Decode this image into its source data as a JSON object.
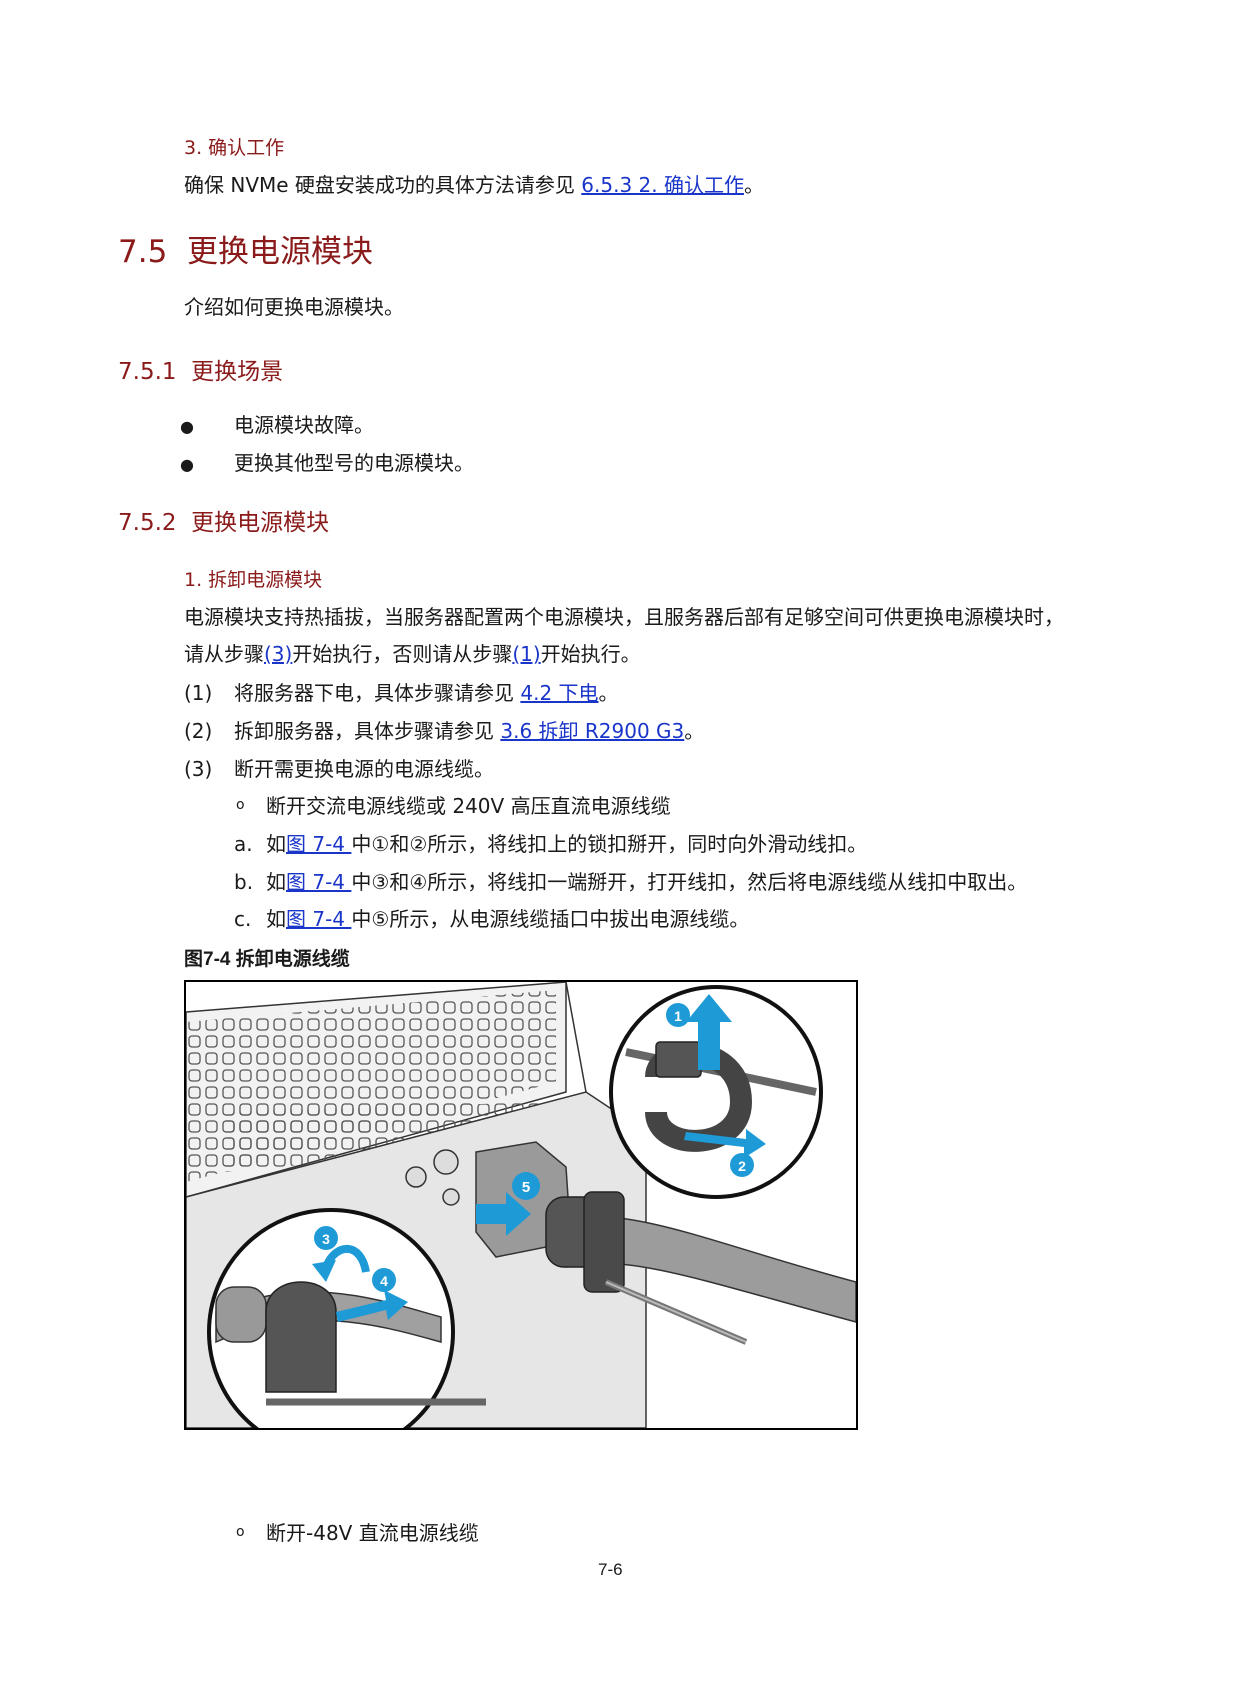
{
  "sec_confirm": {
    "heading": "3. 确认工作",
    "text_before": "确保 NVMe 硬盘安装成功的具体方法请参见 ",
    "link": "6.5.3  2. 确认工作",
    "text_after": "。"
  },
  "sec_7_5": {
    "number": "7.5",
    "title": "更换电源模块",
    "intro": "介绍如何更换电源模块。"
  },
  "sec_7_5_1": {
    "number": "7.5.1",
    "title": "更换场景",
    "bullets": [
      "电源模块故障。",
      "更换其他型号的电源模块。"
    ]
  },
  "sec_7_5_2": {
    "number": "7.5.2",
    "title": "更换电源模块",
    "sub_heading": "1. 拆卸电源模块",
    "para_line1": "电源模块支持热插拔，当服务器配置两个电源模块，且服务器后部有足够空间可供更换电源模块时，",
    "para_line2_a": "请从步骤",
    "para_link1": "(3)",
    "para_line2_b": "开始执行，否则请从步骤",
    "para_link2": "(1)",
    "para_line2_c": "开始执行。",
    "steps": [
      {
        "num": "(1)",
        "text": "将服务器下电，具体步骤请参见 ",
        "link": "4.2  下电",
        "after": "。"
      },
      {
        "num": "(2)",
        "text": "拆卸服务器，具体步骤请参见 ",
        "link": "3.6  拆卸 R2900 G3",
        "after": "。"
      },
      {
        "num": "(3)",
        "text": "断开需更换电源的电源线缆。",
        "link": "",
        "after": ""
      }
    ],
    "sub_bullet_1": "断开交流电源线缆或 240V 高压直流电源线缆",
    "substeps": [
      {
        "letter": "a.",
        "pre": "如",
        "link": "图 7-4 ",
        "rest": "中①和②所示，将线扣上的锁扣掰开，同时向外滑动线扣。"
      },
      {
        "letter": "b.",
        "pre": "如",
        "link": "图 7-4 ",
        "rest": "中③和④所示，将线扣一端掰开，打开线扣，然后将电源线缆从线扣中取出。"
      },
      {
        "letter": "c.",
        "pre": "如",
        "link": "图 7-4 ",
        "rest": "中⑤所示，从电源线缆插口中拔出电源线缆。"
      }
    ],
    "figure_caption": "图7-4  拆卸电源线缆",
    "figure_callouts": [
      "1",
      "2",
      "3",
      "4",
      "5"
    ],
    "sub_bullet_2": "断开-48V 直流电源线缆"
  },
  "bullet_symbol": "●",
  "circle_symbol": "o",
  "page_number": "7-6",
  "colors": {
    "heading_red": "#8b1a1a",
    "link_blue": "#1a35c9",
    "callout_blue": "#1e9bd7"
  }
}
